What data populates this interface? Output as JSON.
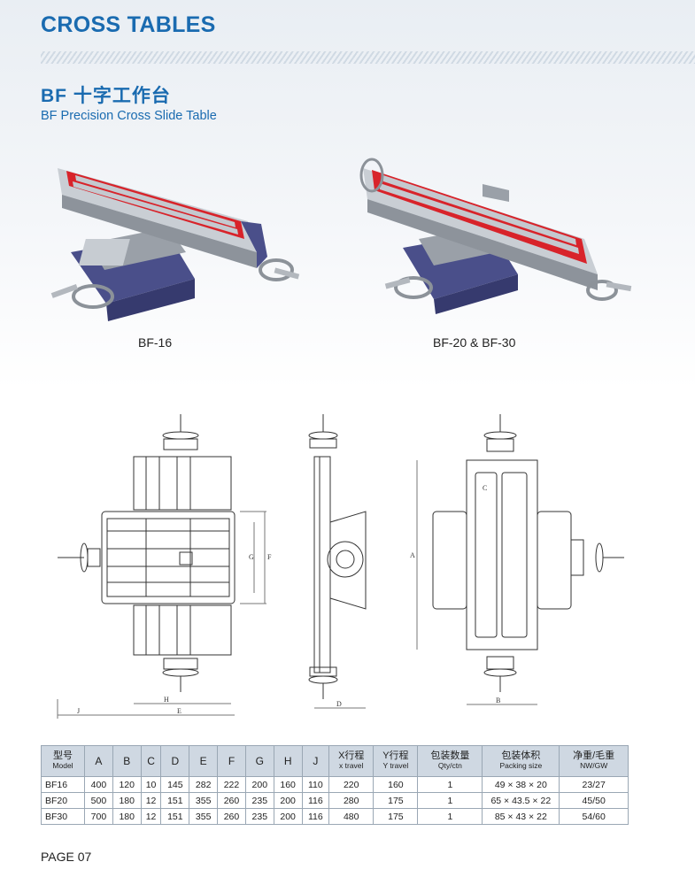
{
  "header": {
    "title": "CROSS TABLES",
    "subtitle_cn": "BF 十字工作台",
    "subtitle_en": "BF Precision Cross Slide Table"
  },
  "photos": [
    {
      "caption": "BF-16"
    },
    {
      "caption": "BF-20 & BF-30"
    }
  ],
  "drawing_labels": {
    "a": "A",
    "b": "B",
    "c": "C",
    "d": "D",
    "e": "E",
    "f": "F",
    "g": "G",
    "h": "H",
    "j": "J"
  },
  "table": {
    "headers": [
      {
        "cn": "型号",
        "en": "Model"
      },
      {
        "single": "A"
      },
      {
        "single": "B"
      },
      {
        "single": "C"
      },
      {
        "single": "D"
      },
      {
        "single": "E"
      },
      {
        "single": "F"
      },
      {
        "single": "G"
      },
      {
        "single": "H"
      },
      {
        "single": "J"
      },
      {
        "cn": "X行程",
        "en": "x travel"
      },
      {
        "cn": "Y行程",
        "en": "Y travel"
      },
      {
        "cn": "包装数量",
        "en": "Qty/ctn"
      },
      {
        "cn": "包装体积",
        "en": "Packing size"
      },
      {
        "cn": "净重/毛重",
        "en": "NW/GW"
      }
    ],
    "rows": [
      [
        "BF16",
        "400",
        "120",
        "10",
        "145",
        "282",
        "222",
        "200",
        "160",
        "110",
        "220",
        "160",
        "1",
        "49 × 38 × 20",
        "23/27"
      ],
      [
        "BF20",
        "500",
        "180",
        "12",
        "151",
        "355",
        "260",
        "235",
        "200",
        "116",
        "280",
        "175",
        "1",
        "65 × 43.5 × 22",
        "45/50"
      ],
      [
        "BF30",
        "700",
        "180",
        "12",
        "151",
        "355",
        "260",
        "235",
        "200",
        "116",
        "480",
        "175",
        "1",
        "85 × 43 × 22",
        "54/60"
      ]
    ]
  },
  "footer": {
    "page": "PAGE 07"
  },
  "colors": {
    "accent": "#1a6bb0",
    "slot_red": "#d8232a",
    "base_blue": "#4a4f8a",
    "header_bg": "#cfd8e2"
  }
}
